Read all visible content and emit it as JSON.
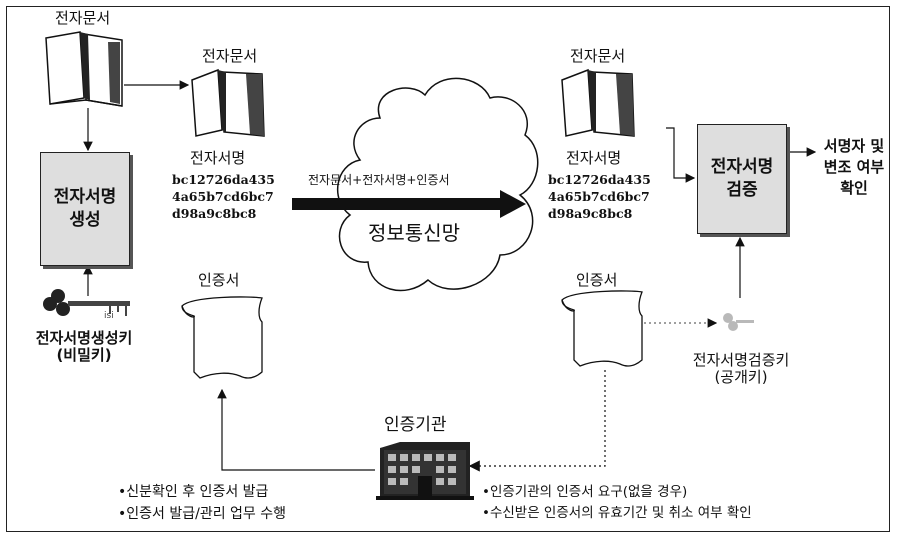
{
  "left": {
    "doc_label": "전자문서",
    "gen_box": {
      "line1": "전자서명",
      "line2": "생성"
    },
    "private_key": {
      "line1": "전자서명생성키",
      "line2": "(비밀키)"
    }
  },
  "sender": {
    "doc_label": "전자문서",
    "sig_label": "전자서명",
    "hash_lines": [
      "bc12726da435",
      "4a65b7cd6bc7",
      "d98a9c8bc8"
    ],
    "cert_label": "인증서"
  },
  "network": {
    "arrow_label": "전자문서+전자서명+인증서",
    "cloud_label": "정보통신망"
  },
  "receiver": {
    "doc_label": "전자문서",
    "sig_label": "전자서명",
    "hash_lines": [
      "bc12726da435",
      "4a65b7cd6bc7",
      "d98a9c8bc8"
    ],
    "cert_label": "인증서",
    "verify_box": {
      "line1": "전자서명",
      "line2": "검증"
    },
    "result": {
      "line1": "서명자 및",
      "line2": "변조 여부",
      "line3": "확인"
    },
    "public_key": {
      "line1": "전자서명검증키",
      "line2": "(공개키)"
    }
  },
  "authority": {
    "label": "인증기관",
    "left_notes": [
      "•신분확인 후 인증서 발급",
      "•인증서 발급/관리 업무 수행"
    ],
    "right_notes": [
      "•인증기관의 인증서 요구(없을 경우)",
      "•수신받은 인증서의 유효기간 및 취소 여부 확인"
    ]
  }
}
